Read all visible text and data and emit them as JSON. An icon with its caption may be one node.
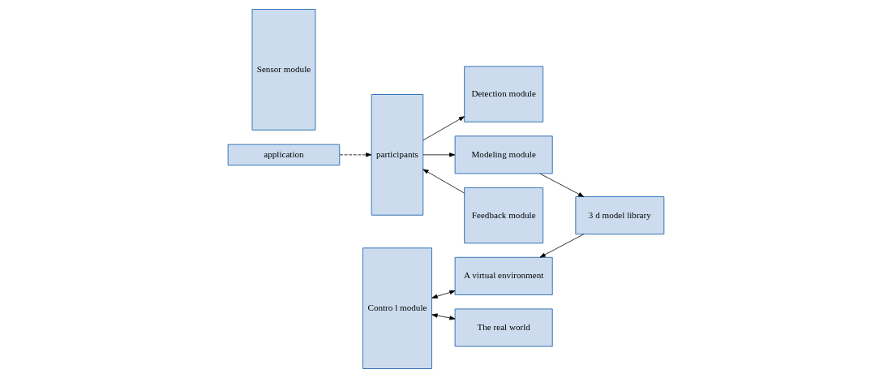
{
  "diagram": {
    "nodes": [
      {
        "text": [
          "application"
        ]
      },
      {
        "text": [
          "participants"
        ]
      },
      {
        "text": [
          "Detection module"
        ]
      },
      {
        "text": [
          "Feedback module"
        ]
      },
      {
        "text": [
          "Sensor module"
        ]
      },
      {
        "text": [
          "Contro l module"
        ]
      },
      {
        "text": [
          "A virtual environment"
        ]
      },
      {
        "text": [
          "3 d model library"
        ]
      },
      {
        "text": [
          "The real world"
        ]
      },
      {
        "text": [
          "Modeling module"
        ]
      }
    ],
    "edges": [
      {
        "from": 0,
        "to": 1,
        "arrow": "to",
        "style": "dashed"
      },
      {
        "from": 1,
        "to": 2,
        "arrow": "to"
      },
      {
        "from": 3,
        "to": 1,
        "arrow": "to"
      },
      {
        "from": 5,
        "to": 6,
        "arrow": "both"
      },
      {
        "from": 7,
        "to": 6,
        "arrow": "to"
      },
      {
        "from": 5,
        "to": 8,
        "arrow": "both"
      },
      {
        "from": 1,
        "to": 9,
        "arrow": "to"
      },
      {
        "from": 9,
        "to": 7,
        "arrow": "to"
      }
    ]
  }
}
